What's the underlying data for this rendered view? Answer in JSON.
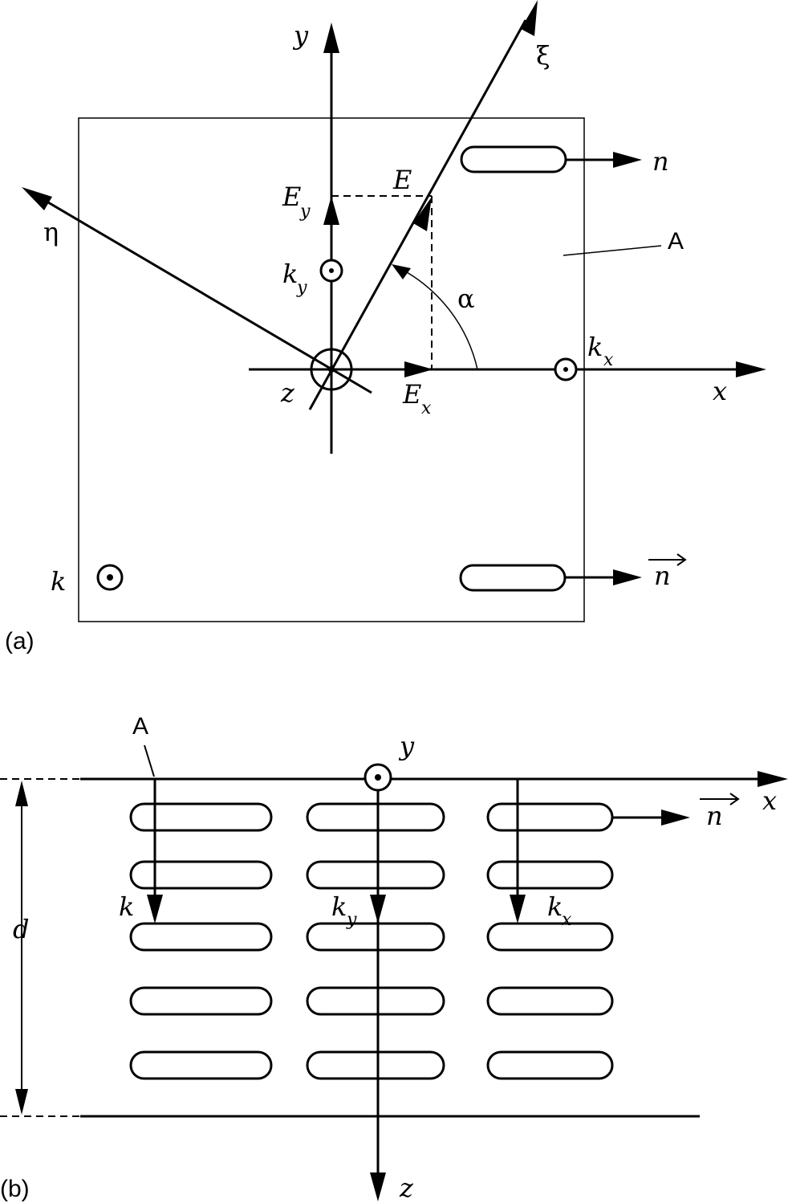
{
  "panel_a": {
    "caption": "(a)",
    "label_y": "y",
    "label_x": "x",
    "label_z": "z",
    "label_xi": "ξ",
    "label_eta": "η",
    "label_E": "E",
    "label_Ey_main": "E",
    "label_Ey_sub": "y",
    "label_Ex_main": "E",
    "label_Ex_sub": "x",
    "label_ky_main": "k",
    "label_ky_sub": "y",
    "label_kx_main": "k",
    "label_kx_sub": "x",
    "label_k": "k",
    "label_n_top": "n",
    "label_n_bottom": "n",
    "label_A": "A",
    "label_alpha": "α"
  },
  "panel_b": {
    "caption": "(b)",
    "label_A": "A",
    "label_y": "y",
    "label_x": "x",
    "label_z": "z",
    "label_n": "n",
    "label_d": "d",
    "label_k": "k",
    "label_ky_main": "k",
    "label_ky_sub": "y",
    "label_kx_main": "k",
    "label_kx_sub": "x"
  }
}
